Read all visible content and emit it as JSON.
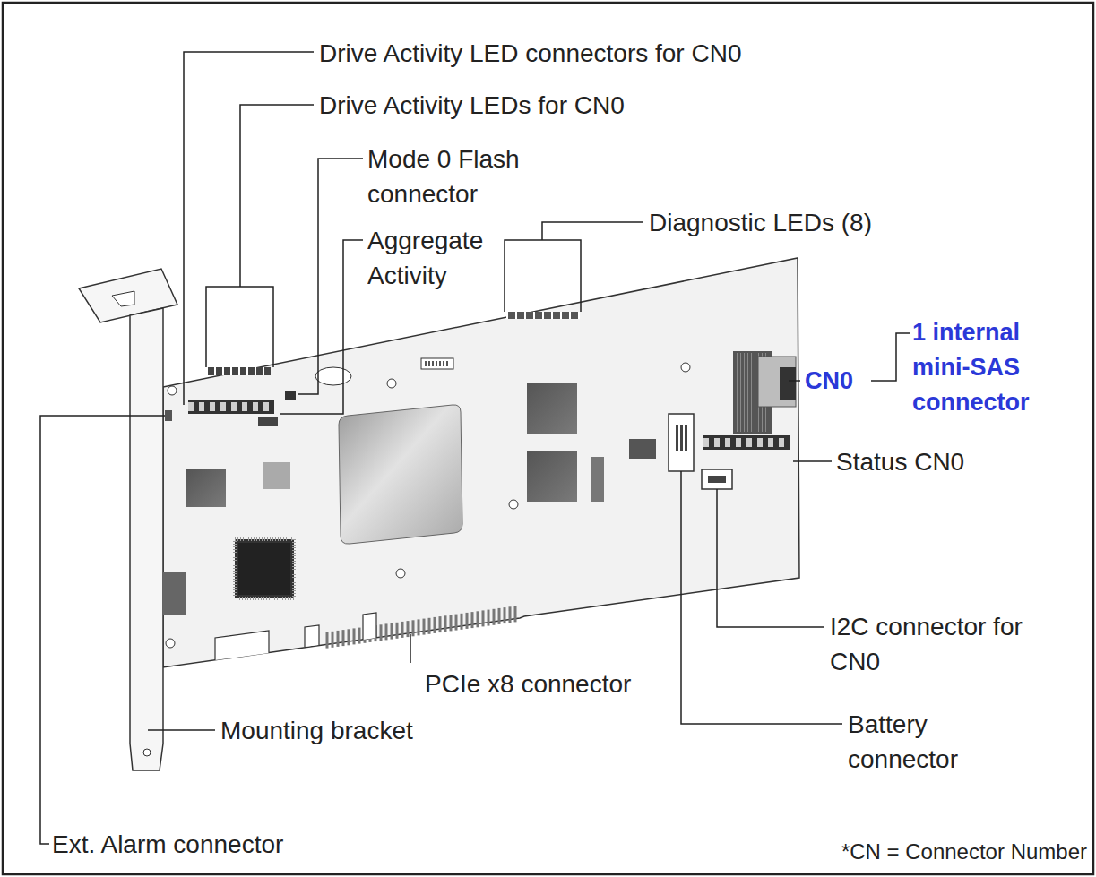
{
  "diagram": {
    "labels": [
      "Drive Activity LED connectors for CN0",
      "Drive Activity LEDs for CN0",
      "Mode 0 Flash connector",
      "Aggregate Activity",
      "Diagnostic LEDs (8)",
      "CN0",
      "1 internal mini-SAS connector",
      "Status CN0",
      "I2C connector for CN0",
      "Battery connector",
      "PCIe x8 connector",
      "Mounting bracket",
      "Ext. Alarm connector",
      "*CN = Connector Number"
    ]
  }
}
